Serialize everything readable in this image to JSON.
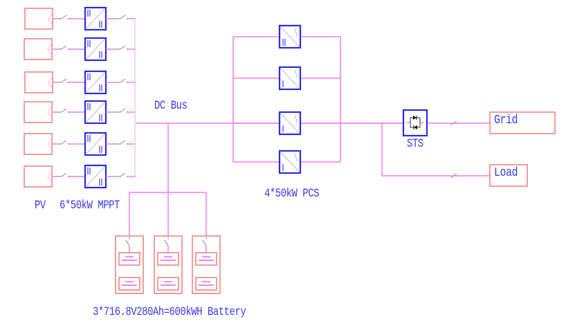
{
  "diagram": {
    "type": "single-line electrical diagram",
    "labels": {
      "pv": "PV",
      "mppt": "6*50kW MPPT",
      "dc_bus": "DC Bus",
      "pcs": "4*50kW PCS",
      "sts": "STS",
      "grid": "Grid",
      "load": "Load",
      "battery": "3*716.8V280Ah=600kWH Battery"
    },
    "pv_strings": [
      {
        "id": "pv-1"
      },
      {
        "id": "pv-2"
      },
      {
        "id": "pv-3"
      },
      {
        "id": "pv-4"
      },
      {
        "id": "pv-5"
      },
      {
        "id": "pv-6"
      }
    ],
    "mppt_count": 6,
    "pcs_count": 4,
    "battery_count": 3,
    "colors": {
      "wire": "#f07cf0",
      "source_box": "#ee5a5a",
      "converter": "#2a2ae6",
      "label_text": "#3a3ae8",
      "switch": "#888888"
    },
    "icons": {
      "pv": "pv-panel-icon",
      "mppt": "dc-dc-converter-icon",
      "pcs": "dc-ac-inverter-icon",
      "sts": "static-transfer-switch-icon",
      "battery": "battery-cell-icon",
      "breaker": "switch-icon"
    }
  }
}
